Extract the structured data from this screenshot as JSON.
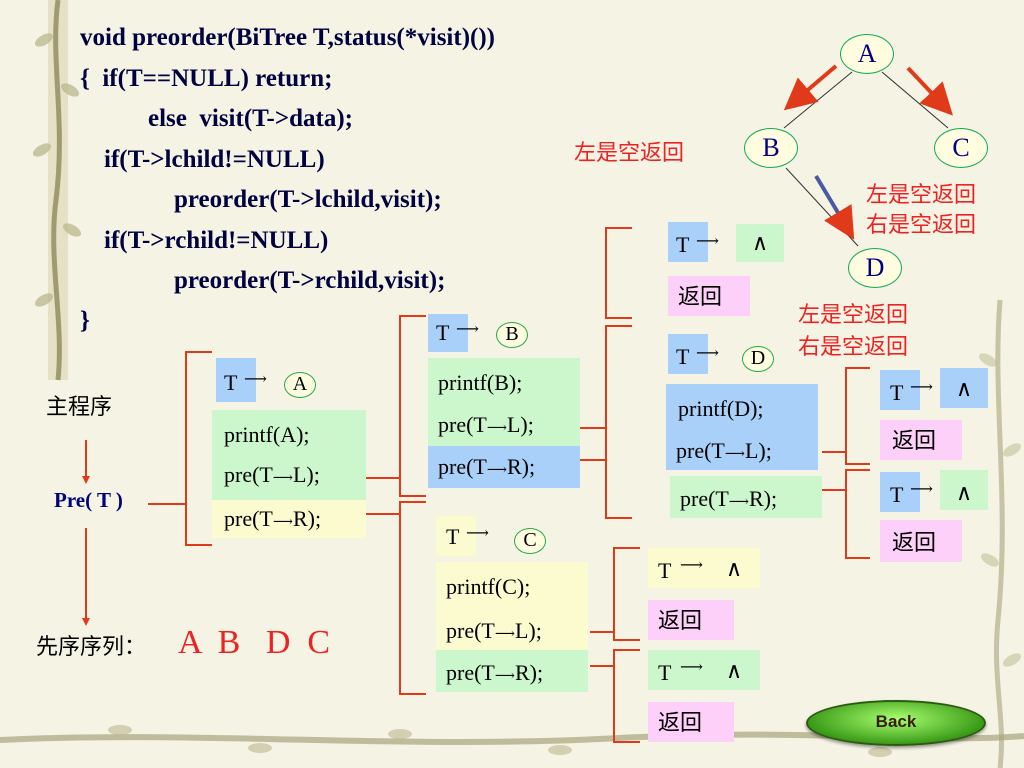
{
  "code": {
    "line1": "void preorder(BiTree T,status(*visit)())",
    "line2": "{  if(T==NULL) return;",
    "line3": "else  visit(T->data);",
    "line4": "if(T->lchild!=NULL)",
    "line5": "preorder(T->lchild,visit);",
    "line6": "if(T->rchild!=NULL)",
    "line7": "preorder(T->rchild,visit);",
    "line8": "}"
  },
  "tree": {
    "a": "A",
    "b": "B",
    "c": "C",
    "d": "D"
  },
  "notes": {
    "b_left": "左是空返回",
    "c_left": "左是空返回",
    "c_right": "右是空返回",
    "d_left": "左是空返回",
    "d_right": "右是空返回"
  },
  "main_program": "主程序",
  "pre_call": "Pre( T )",
  "sequence_label": "先序序列：",
  "sequence_value": "A  B   D  C",
  "t": "T",
  "nil": "∧",
  "ret": "返回",
  "frame_a": {
    "printf": "printf(A);",
    "l": "pre(T",
    "l_end": "L);",
    "r": "pre(T",
    "r_end": "R);",
    "node": "A"
  },
  "frame_b": {
    "printf": "printf(B);",
    "l": "pre(T",
    "l_end": "L);",
    "r": "pre(T",
    "r_end": "R);",
    "node": "B"
  },
  "frame_c": {
    "printf": "printf(C);",
    "l": "pre(T",
    "l_end": "L);",
    "r": "pre(T",
    "r_end": "R);",
    "node": "C"
  },
  "frame_d": {
    "printf": "printf(D);",
    "l": "pre(T",
    "l_end": "L);",
    "r": "pre(T",
    "r_end": "R);",
    "node": "D"
  },
  "back": "Back",
  "colors": {
    "bracket": "#e03a1a",
    "arrow": "#e03a1a",
    "code": "#000040"
  }
}
